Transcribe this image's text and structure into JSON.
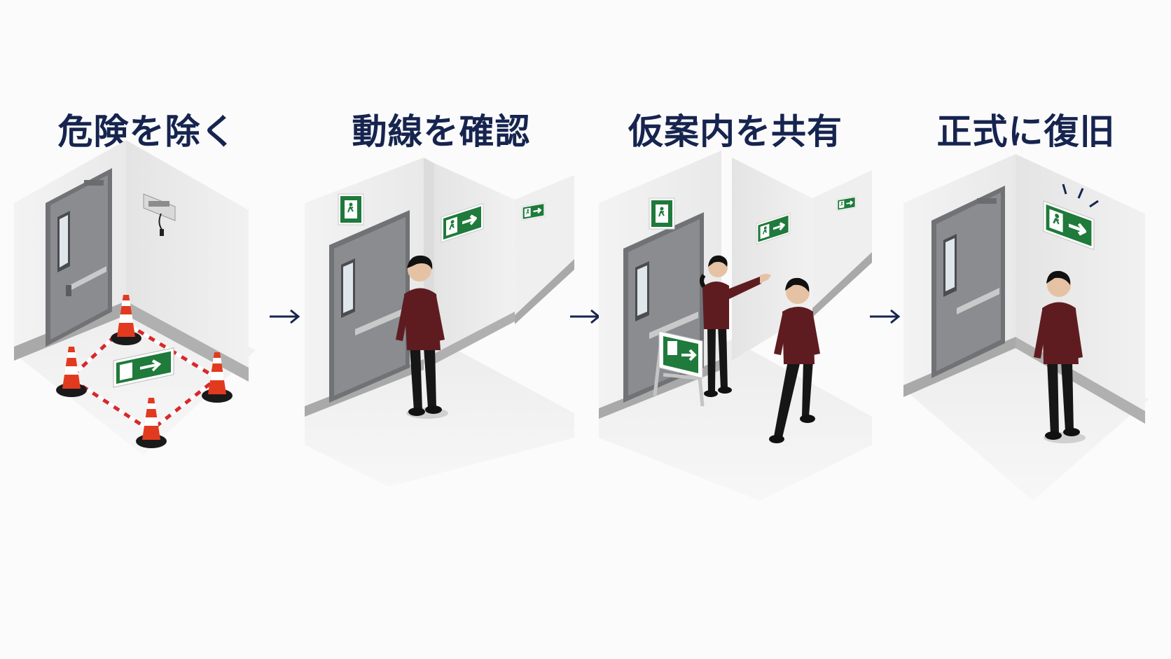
{
  "steps": [
    {
      "title": "危険を除く"
    },
    {
      "title": "動線を確認"
    },
    {
      "title": "仮案内を共有"
    },
    {
      "title": "正式に復旧"
    }
  ],
  "colors": {
    "title": "#16244f",
    "exit_sign_green": "#1f7a3b",
    "shirt": "#5e1c21",
    "cone": "#e23a1f",
    "door": "#8a8c90",
    "arrow": "#16244f"
  },
  "icons": [
    "exit-sign-icon",
    "traffic-cone-icon",
    "flow-arrow-icon"
  ]
}
